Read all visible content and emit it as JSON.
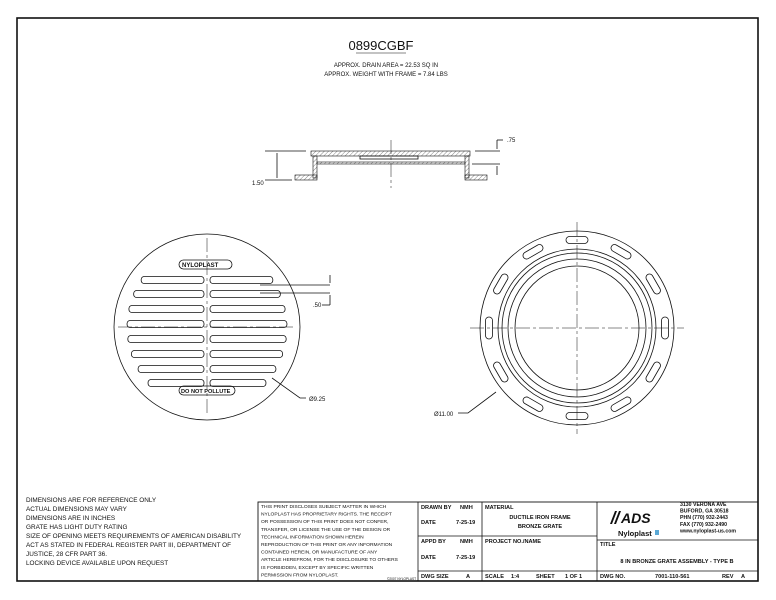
{
  "drawing": {
    "part_number": "0899CGBF",
    "drain_area": "APPROX. DRAIN AREA = 22.53 SQ IN",
    "weight": "APPROX. WEIGHT WITH FRAME = 7.84 LBS",
    "dim_thickness": ".75",
    "dim_height": "1.50",
    "dim_slot": ".50",
    "dim_grate_dia": "Ø9.25",
    "dim_frame_dia": "Ø11.00",
    "grate_text_top": "NYLOPLAST",
    "grate_text_bottom": "DO NOT POLLUTE"
  },
  "notes": [
    "DIMENSIONS ARE FOR REFERENCE ONLY",
    "ACTUAL DIMENSIONS MAY VARY",
    "DIMENSIONS ARE IN INCHES",
    "GRATE HAS LIGHT DUTY RATING",
    "SIZE OF OPENING MEETS REQUIREMENTS OF AMERICAN DISABILITY",
    "ACT AS STATED IN FEDERAL REGISTER PART III, DEPARTMENT OF",
    "JUSTICE, 28 CFR PART 36.",
    "LOCKING DEVICE AVAILABLE UPON REQUEST"
  ],
  "disclaimer": [
    "THIS PRINT DISCLOSES SUBJECT MATTER IN WHICH",
    "NYLOPLAST HAS PROPRIETARY RIGHTS.  THE RECEIPT",
    "OR POSSESSION OF THIS PRINT DOES NOT CONFER,",
    "TRANSFER, OR LICENSE THE USE OF THE DESIGN OR",
    "TECHNICAL INFORMATION SHOWN HEREIN",
    "REPRODUCTION OF THIS PRINT OR ANY INFORMATION",
    "CONTAINED HEREIN, OR MANUFACTURE OF ANY",
    "ARTICLE HEREFROM, FOR THE DISCLOSURE TO OTHERS",
    "IS FORBIDDEN, EXCEPT BY SPECIFIC WRITTEN",
    "PERMISSION FROM NYLOPLAST."
  ],
  "copyright": "©2007 NYLOPLAST",
  "title_block": {
    "drawn_by_label": "DRAWN BY",
    "drawn_by": "NMH",
    "date_label": "DATE",
    "date1": "7-25-19",
    "appd_by_label": "APPD BY",
    "appd_by": "NMH",
    "date2": "7-25-19",
    "dwg_size_label": "DWG SIZE",
    "dwg_size": "A",
    "material_label": "MATERIAL",
    "material_1": "DUCTILE IRON FRAME",
    "material_2": "BRONZE GRATE",
    "project_label": "PROJECT NO./NAME",
    "scale_label": "SCALE",
    "scale": "1:4",
    "sheet_label": "SHEET",
    "sheet": "1 OF 1",
    "logo_ads": "ADS",
    "logo_nyloplast": "Nyloplast",
    "address": [
      "3130 VERONA AVE",
      "BUFORD, GA 30518",
      "PHN (770) 932-2443",
      "FAX (770) 932-2490",
      "www.nyloplast-us.com"
    ],
    "title_label": "TITLE",
    "title": "8 IN BRONZE GRATE ASSEMBLY - TYPE B",
    "dwg_no_label": "DWG NO.",
    "dwg_no": "7001-110-561",
    "rev_label": "REV",
    "rev": "A"
  },
  "colors": {
    "line": "#111111",
    "logo_accent": "#5aa9d6"
  }
}
